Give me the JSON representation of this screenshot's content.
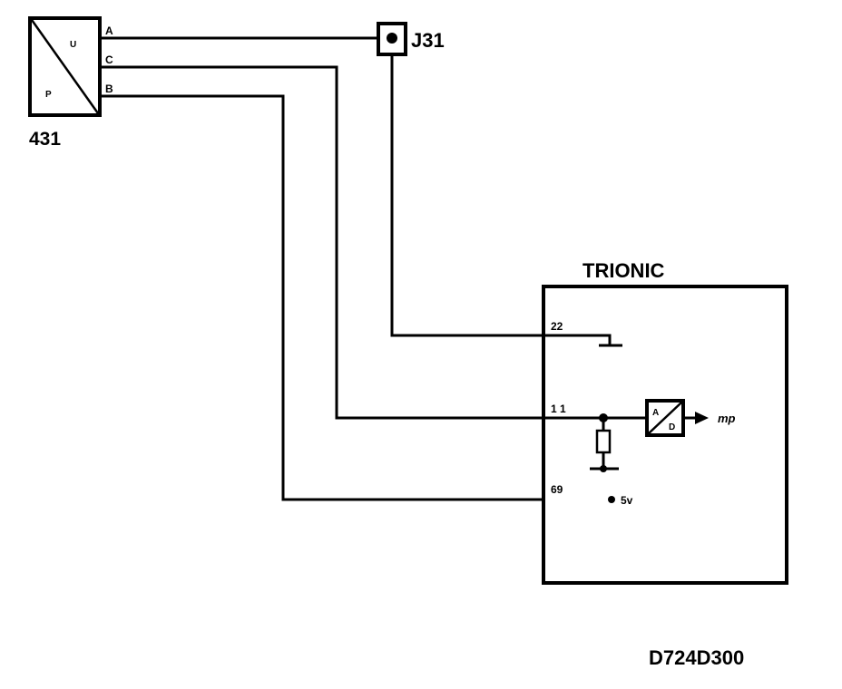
{
  "sensor": {
    "id": "431",
    "inner_top": "U",
    "inner_bottom": "P",
    "pin_a": "A",
    "pin_c": "C",
    "pin_b": "B"
  },
  "connector": {
    "id": "J31"
  },
  "ecu": {
    "title": "TRIONIC",
    "pin_ground": "22",
    "pin_signal": "1 1",
    "pin_supply": "69",
    "adc_a": "A",
    "adc_d": "D",
    "output": "mp",
    "supply": "5v"
  },
  "drawing_code": "D724D300"
}
